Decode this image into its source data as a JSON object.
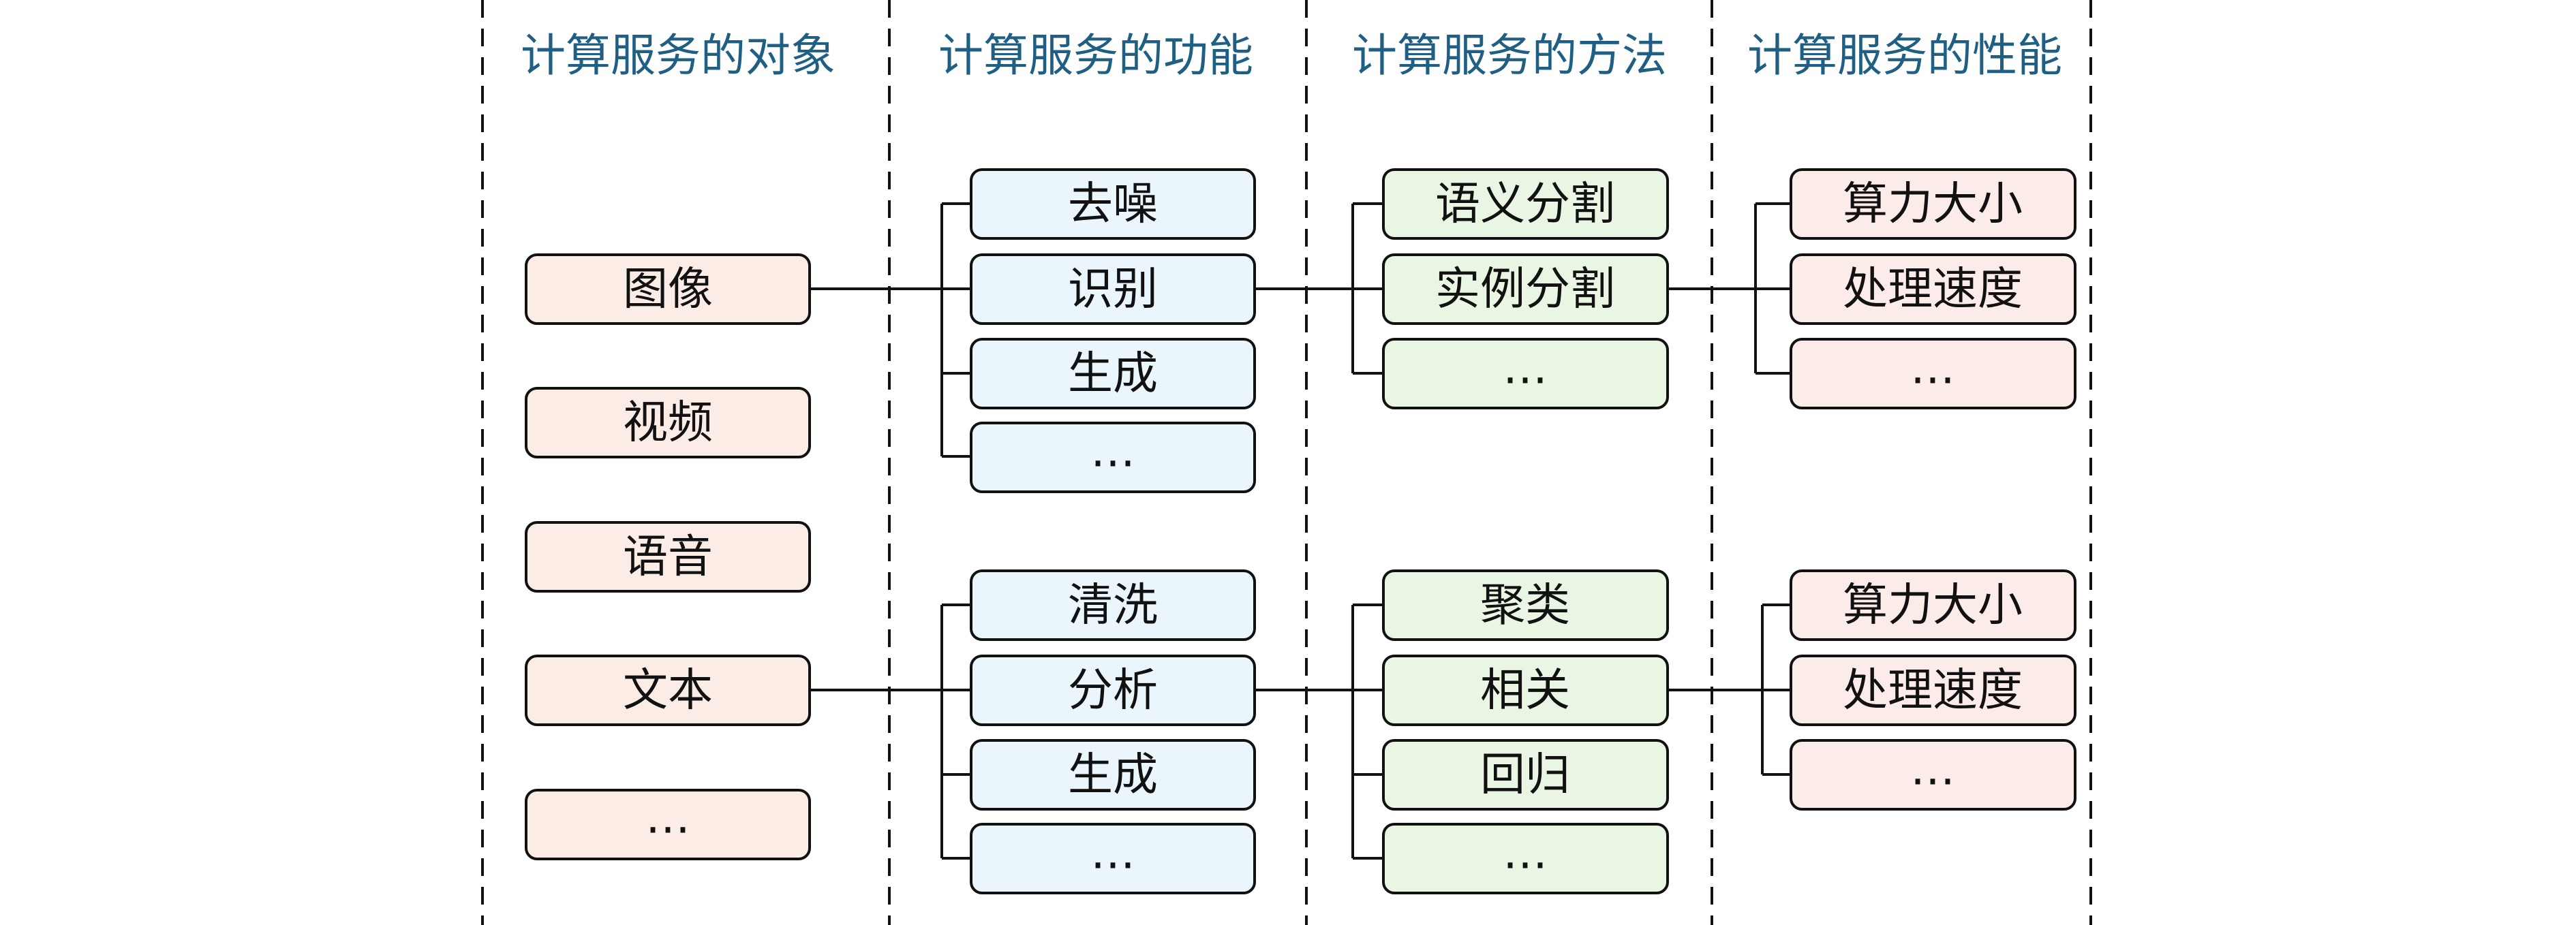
{
  "colors": {
    "title": "#1f5f84",
    "object_fill": "#fcece6",
    "function_fill": "#eaf6fc",
    "method_fill": "#e9f6e3",
    "performance_fill": "#fcece9",
    "border": "#111111"
  },
  "columns": [
    {
      "title": "计算服务的对象"
    },
    {
      "title": "计算服务的功能"
    },
    {
      "title": "计算服务的方法"
    },
    {
      "title": "计算服务的性能"
    }
  ],
  "objects": [
    "图像",
    "视频",
    "语音",
    "文本",
    "…"
  ],
  "groups": [
    {
      "source": "图像",
      "functions": [
        "去噪",
        "识别",
        "生成",
        "…"
      ],
      "methods": [
        "语义分割",
        "实例分割",
        "…"
      ],
      "performance": [
        "算力大小",
        "处理速度",
        "…"
      ]
    },
    {
      "source": "文本",
      "functions": [
        "清洗",
        "分析",
        "生成",
        "…"
      ],
      "methods": [
        "聚类",
        "相关",
        "回归",
        "…"
      ],
      "performance": [
        "算力大小",
        "处理速度",
        "…"
      ]
    }
  ]
}
